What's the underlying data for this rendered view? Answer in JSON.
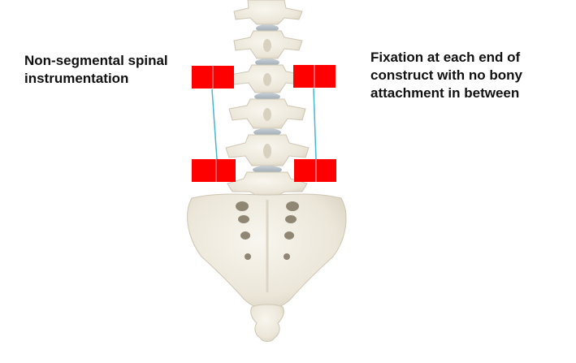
{
  "labels": {
    "left": "Non-segmental spinal\ninstrumentation",
    "right": "Fixation at each end of\nconstruct with no bony\nattachment in between"
  },
  "colors": {
    "background": "#ffffff",
    "bone": "#efebe0",
    "bone_shadow": "#d3ccbb",
    "disc": "#b9c4cc",
    "fixation_block": "#ff0000",
    "rod": "#45b8d0",
    "text": "#111111"
  },
  "icons": [
    "spine-illustration",
    "fixation-block",
    "connecting-rod"
  ]
}
